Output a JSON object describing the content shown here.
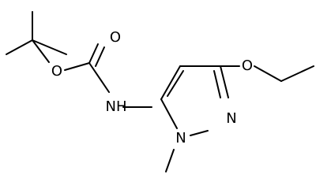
{
  "molecule": {
    "atoms": {
      "carbonyl_oxygen": "O",
      "ester_oxygen": "O",
      "amide_nitrogen": "NH",
      "ring_nitrogen_1": "N",
      "ring_nitrogen_2": "N",
      "ethoxy_oxygen": "O"
    }
  }
}
